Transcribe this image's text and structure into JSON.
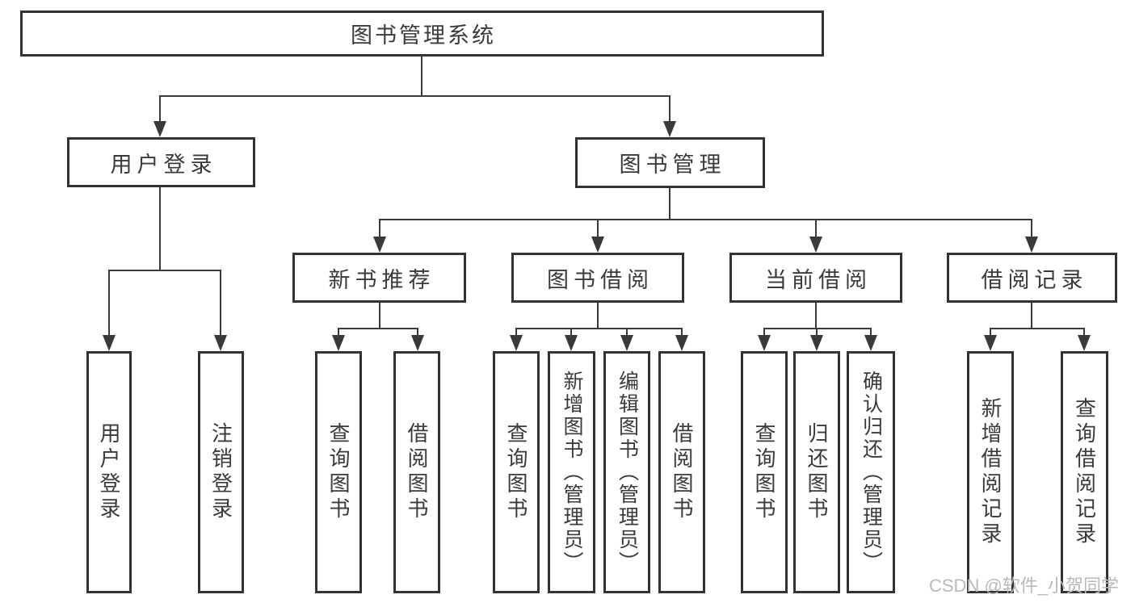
{
  "diagram": {
    "root": {
      "label": "图书管理系统"
    },
    "level2": [
      {
        "label": "用户登录"
      },
      {
        "label": "图书管理"
      }
    ],
    "level3": [
      {
        "label": "新书推荐"
      },
      {
        "label": "图书借阅"
      },
      {
        "label": "当前借阅"
      },
      {
        "label": "借阅记录"
      }
    ],
    "leaves": {
      "user_login": [
        {
          "label": "用户登录"
        },
        {
          "label": "注销登录"
        }
      ],
      "new_books": [
        {
          "label": "查询图书"
        },
        {
          "label": "借阅图书"
        }
      ],
      "book_borrow": [
        {
          "label": "查询图书"
        },
        {
          "label": "新增图书（管理员）"
        },
        {
          "label": "编辑图书（管理员）"
        },
        {
          "label": "借阅图书"
        }
      ],
      "current_borrow": [
        {
          "label": "查询图书"
        },
        {
          "label": "归还图书"
        },
        {
          "label": "确认归还（管理员）"
        }
      ],
      "borrow_records": [
        {
          "label": "新增借阅记录"
        },
        {
          "label": "查询借阅记录"
        }
      ]
    }
  },
  "watermark": {
    "text": "CSDN @软件_小贺同学"
  },
  "colors": {
    "line": "#3a3a3a",
    "border": "#333333",
    "text": "#3a3a3a",
    "watermark": "#b9b9b9",
    "background": "#ffffff"
  }
}
